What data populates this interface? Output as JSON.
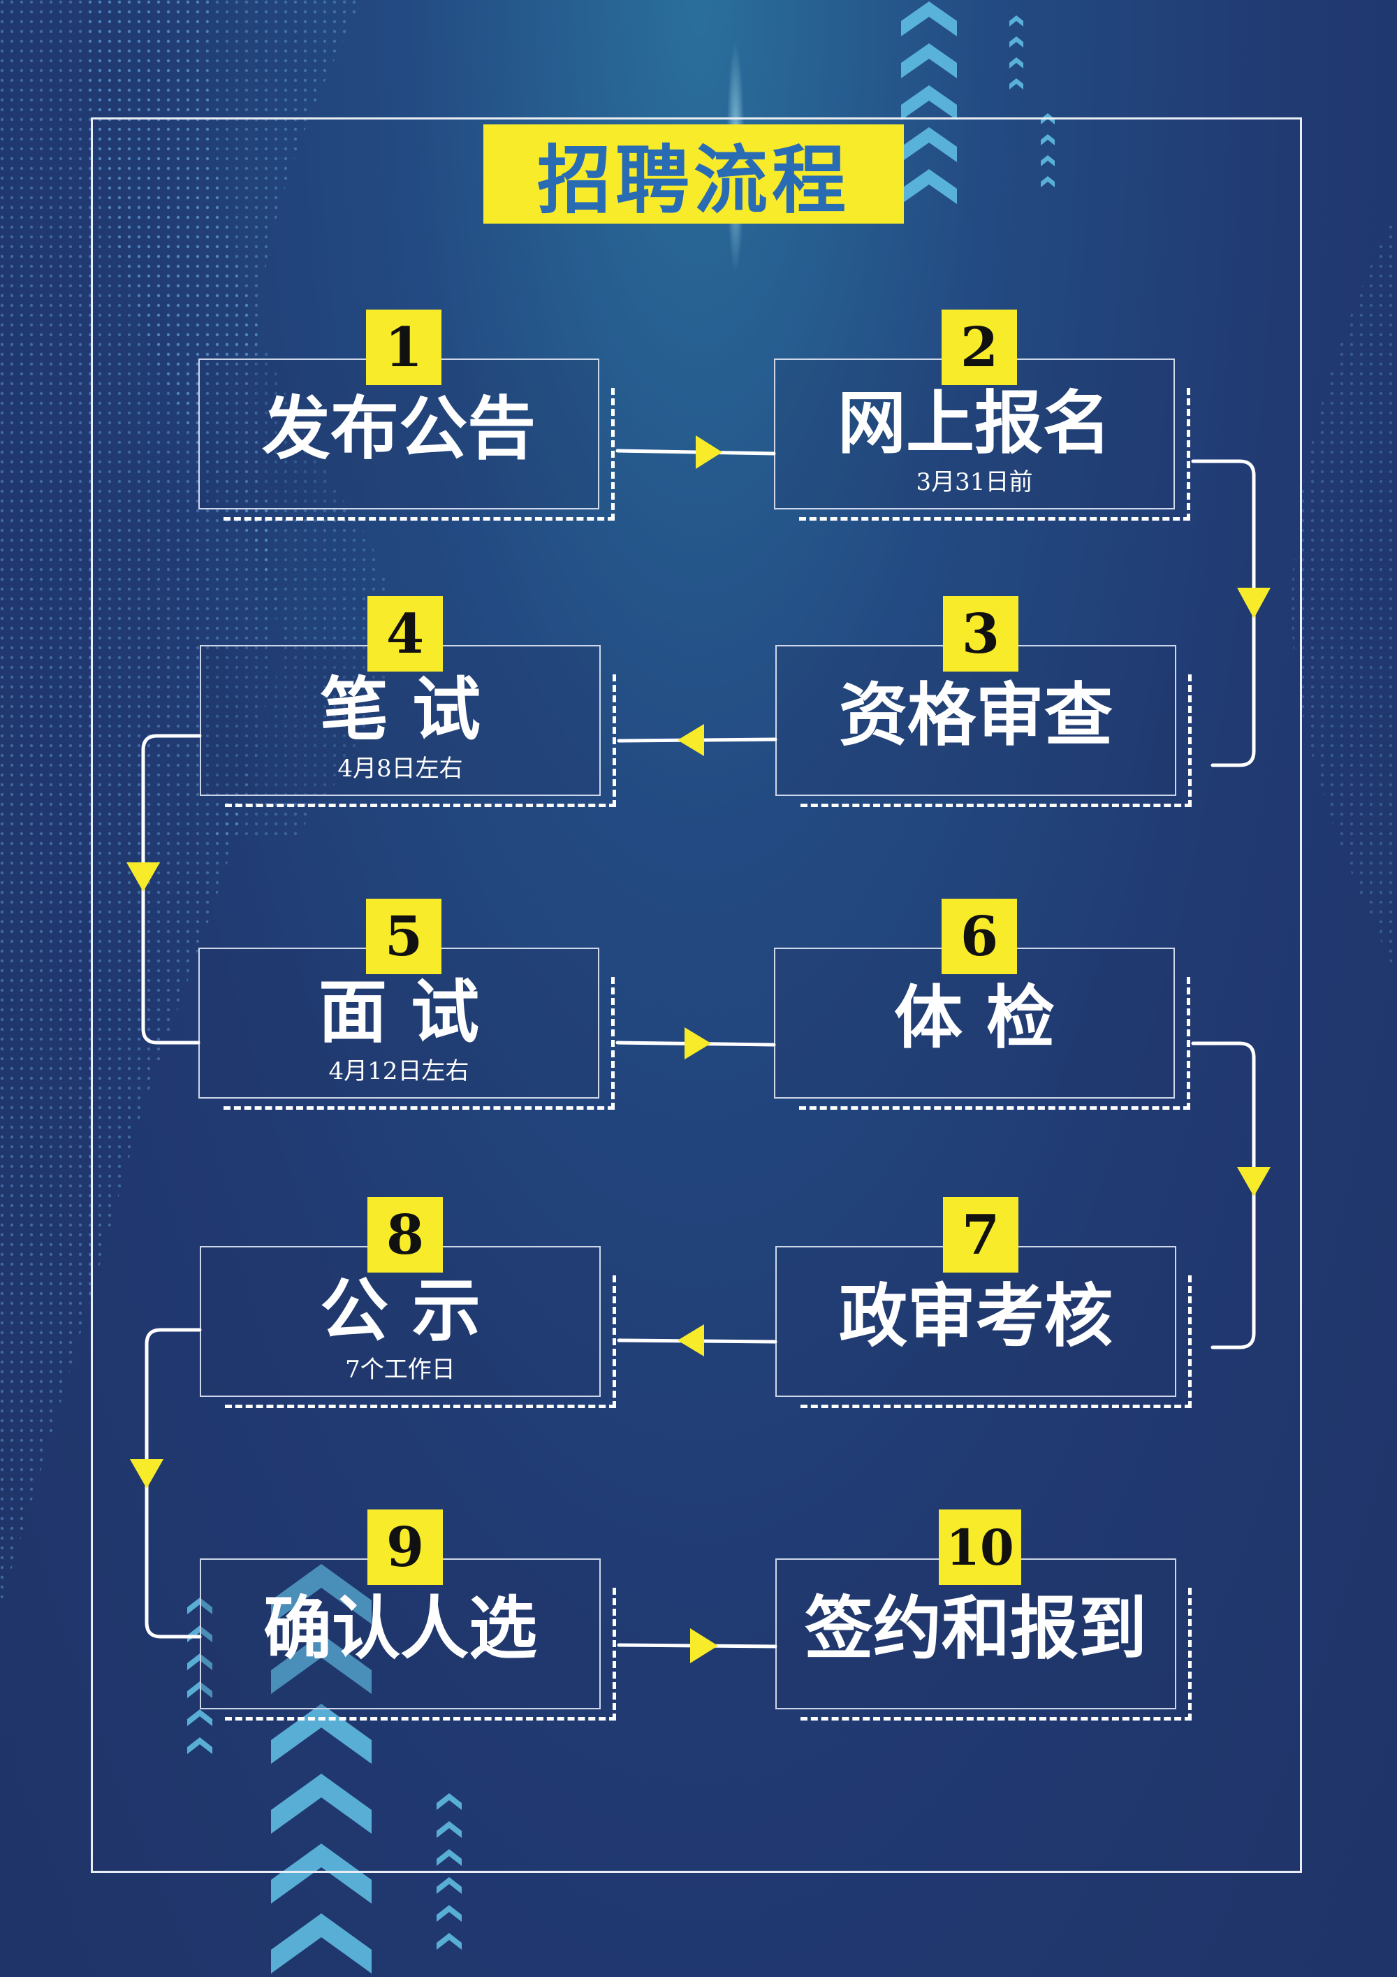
{
  "title": "招聘流程",
  "steps": [
    {
      "num": "1",
      "label": "发布公告",
      "note": ""
    },
    {
      "num": "2",
      "label": "网上报名",
      "note": "3月31日前"
    },
    {
      "num": "3",
      "label": "资格审查",
      "note": ""
    },
    {
      "num": "4",
      "label": "笔 试",
      "note": "4月8日左右"
    },
    {
      "num": "5",
      "label": "面 试",
      "note": "4月12日左右"
    },
    {
      "num": "6",
      "label": "体 检",
      "note": ""
    },
    {
      "num": "7",
      "label": "政审考核",
      "note": ""
    },
    {
      "num": "8",
      "label": "公 示",
      "note": "7个工作日"
    },
    {
      "num": "9",
      "label": "确认人选",
      "note": ""
    },
    {
      "num": "10",
      "label": "签约和报到",
      "note": ""
    }
  ],
  "colors": {
    "background": "#213a72",
    "accent_yellow": "#f8ec2a",
    "title_text": "#2a6cb4",
    "line_white": "#ffffff",
    "decor_cyan": "#63c3e8"
  },
  "icons": [
    "arrow-right-icon",
    "arrow-left-icon",
    "arrow-down-icon",
    "chevron-stack-decor"
  ]
}
